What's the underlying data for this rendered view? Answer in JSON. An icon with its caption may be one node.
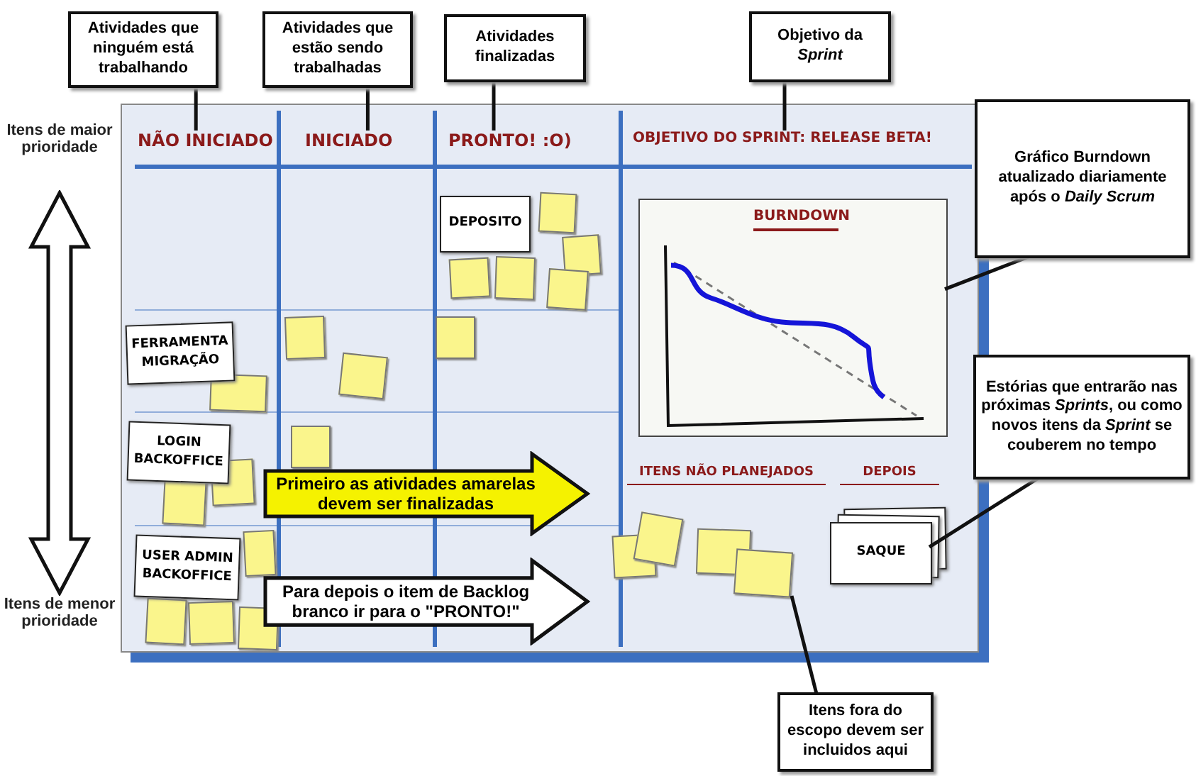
{
  "diagram": {
    "nodes": [
      {
        "text": [
          "Atividades que ninguém está trabalhando"
        ]
      },
      {
        "text": [
          "Atividades que estão sendo trabalhadas"
        ]
      },
      {
        "text": [
          "Atividades finalizadas"
        ]
      },
      {
        "text": [
          "Objetivo da *Sprint*"
        ]
      },
      {
        "text": [
          "NÃO INICIADO"
        ]
      },
      {
        "text": [
          "INICIADO"
        ]
      },
      {
        "text": [
          "PRONTO! :O)"
        ]
      },
      {
        "text": [
          "OBJETIVO DO SPRINT: RELEASE BETA!"
        ]
      },
      {
        "text": [
          "Gráfico Burndown atualizado diariamente após o *Daily Scrum*"
        ]
      },
      {
        "text": [
          "DEPOSITO"
        ]
      },
      {
        "text": [],
        "shape": "box"
      },
      {
        "text": [],
        "shape": "box"
      },
      {
        "text": [],
        "shape": "box"
      },
      {
        "text": [],
        "shape": "box"
      },
      {
        "text": [],
        "shape": "box"
      },
      {
        "text": [
          "BURNDOWN"
        ]
      },
      {
        "text": [
          "FERRAMENTA MIGRAÇÃO"
        ]
      },
      {
        "text": [],
        "shape": "box"
      },
      {
        "text": [],
        "shape": "box"
      },
      {
        "text": [],
        "shape": "box"
      },
      {
        "text": [],
        "shape": "box"
      },
      {
        "text": [
          "Estórias que entrarão nas próximas *Sprints*, ou como novos itens da *Sprint* se couberem no tempo"
        ]
      },
      {
        "text": [
          "LOGIN BACKOFFICE"
        ]
      },
      {
        "text": [],
        "shape": "box"
      },
      {
        "text": [],
        "shape": "box"
      },
      {
        "text": [],
        "shape": "box"
      },
      {
        "text": [
          "Primeiro as atividades amarelas devem ser finalizadas"
        ]
      },
      {
        "text": [
          "SAQUE"
        ]
      },
      {
        "text": [
          "USER ADMIN BACKOFFICE"
        ]
      },
      {
        "text": [],
        "shape": "box"
      },
      {
        "text": [
          "Para depois o item de Backlog branco ir para o \"PRONTO!\""
        ]
      },
      {
        "text": [],
        "shape": "box"
      },
      {
        "text": [],
        "shape": "box"
      },
      {
        "text": [],
        "shape": "box"
      },
      {
        "text": [],
        "shape": "box"
      },
      {
        "text": [],
        "shape": "box"
      },
      {
        "text": [],
        "shape": "box"
      },
      {
        "text": [],
        "shape": "box"
      },
      {
        "text": [
          "Itens fora do escopo devem ser incluidos aqui"
        ]
      }
    ],
    "edges": [
      {
        "from": 0,
        "to": 4,
        "arrow": "none"
      },
      {
        "from": 1,
        "to": 5,
        "arrow": "none"
      },
      {
        "from": 2,
        "to": 6,
        "arrow": "none"
      },
      {
        "from": 3,
        "to": 7,
        "arrow": "none"
      },
      {
        "from": 8,
        "to": 15,
        "arrow": "none"
      },
      {
        "from": 21,
        "to": 27,
        "arrow": "none"
      },
      {
        "from": 38,
        "to": 37,
        "arrow": "none"
      }
    ],
    "labels": [
      "Itens de maior prioridade",
      "ITENS NÃO PLANEJADOS",
      "DEPOIS",
      "Itens de menor prioridade"
    ]
  }
}
